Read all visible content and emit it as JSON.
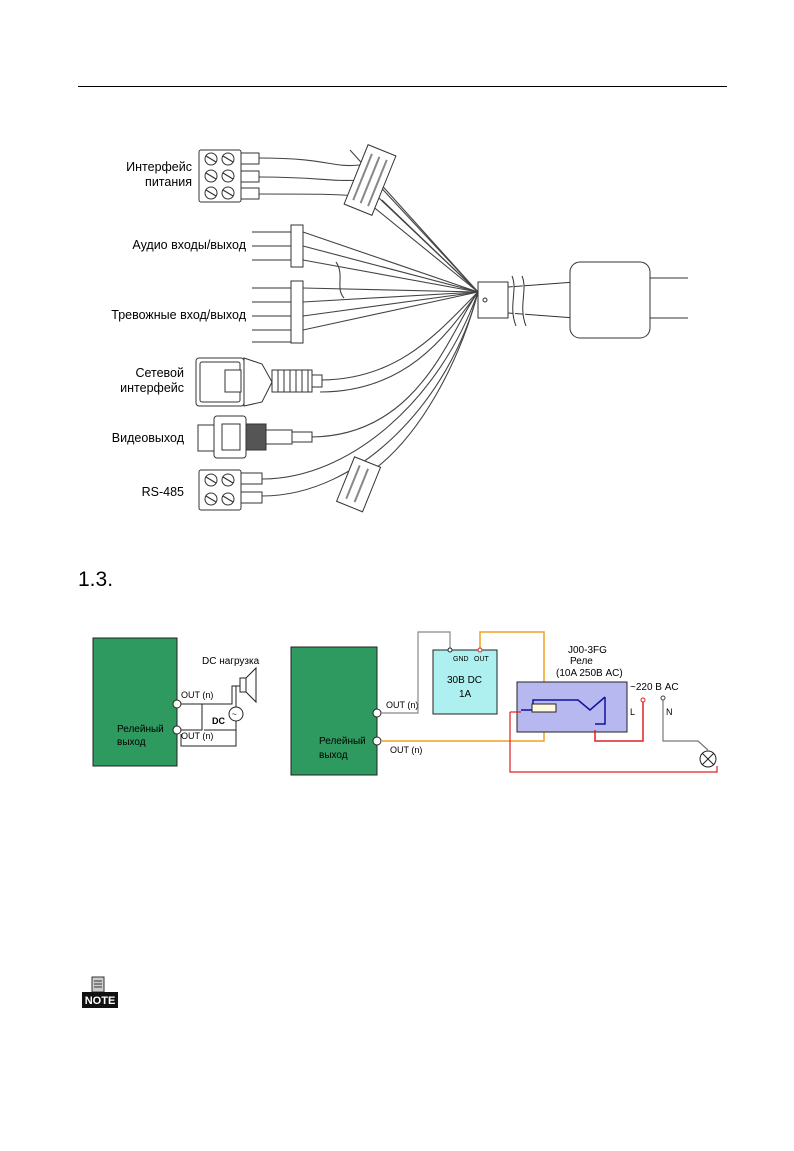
{
  "cable_labels": {
    "power": [
      "Интерфейс",
      "питания"
    ],
    "audio": "Аудио входы/выход",
    "alarm": "Тревожные вход/выход",
    "network": [
      "Сетевой",
      "интерфейс"
    ],
    "video": "Видеовыход",
    "rs485": "RS-485"
  },
  "section": {
    "number": "1.3."
  },
  "diagram_left": {
    "load_label": "DC нагрузка",
    "out1": "OUT (n)",
    "dc": "DC",
    "out2": "OUT (n)",
    "relay_label": [
      "Релейный",
      "выход"
    ]
  },
  "diagram_right": {
    "out1": "OUT (n)",
    "out2": "OUT (n)",
    "relay_label": [
      "Релейный",
      "выход"
    ],
    "gnd": "GND",
    "out_pin": "OUT",
    "psu": [
      "30В DC",
      "1A"
    ],
    "relay_model": "J00-3FG",
    "relay_name": "Реле",
    "relay_rating": "(10A 250В AC)",
    "mains": "~220 В AC",
    "l": "L",
    "n": "N"
  },
  "note_icon_label": "NOTE",
  "colors": {
    "green": "#2f9a5f",
    "orange": "#f0a020",
    "red": "#e02020",
    "psu": "#aef0f0",
    "relay": "#b8b8f0"
  }
}
